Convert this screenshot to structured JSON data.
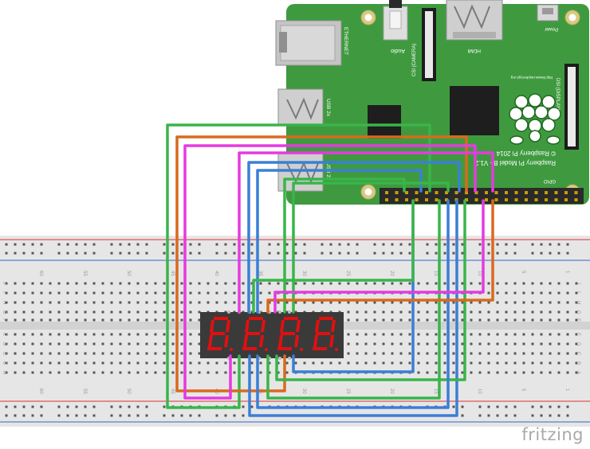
{
  "brand": "fritzing",
  "board": {
    "labels": {
      "ethernet": "ETHERNET",
      "usb": "USB 2x",
      "audio": "Audio",
      "camera": "CSI (CAMERA)",
      "hdmi": "HDMI",
      "power": "Power",
      "display": "DSI (DISPLAY)",
      "url": "http://www.raspberrypi.org",
      "copyright": "© Raspberry Pi 2014",
      "model": "Raspberry Pi Model B+ V1.2",
      "gpio": "GPIO"
    }
  },
  "breadboard": {
    "column_numbers": [
      "60",
      "55",
      "50",
      "45",
      "40",
      "35",
      "30",
      "25",
      "20",
      "15",
      "10",
      "5",
      "1"
    ],
    "row_letters_top": [
      "J",
      "I",
      "H",
      "G",
      "F"
    ],
    "row_letters_bottom": [
      "E",
      "D",
      "C",
      "B",
      "A"
    ]
  },
  "display": {
    "digits": [
      "8",
      "8",
      "8",
      "8"
    ]
  },
  "colors": {
    "board": "#3f9a3f",
    "breadboard": "#e6e6e6",
    "segment": "#e01010",
    "wire_green": "#39b54a",
    "wire_orange": "#d86a1e",
    "wire_magenta": "#e53ae0",
    "wire_blue": "#3a7fd5",
    "rail_red": "#d33",
    "rail_blue": "#36c"
  }
}
